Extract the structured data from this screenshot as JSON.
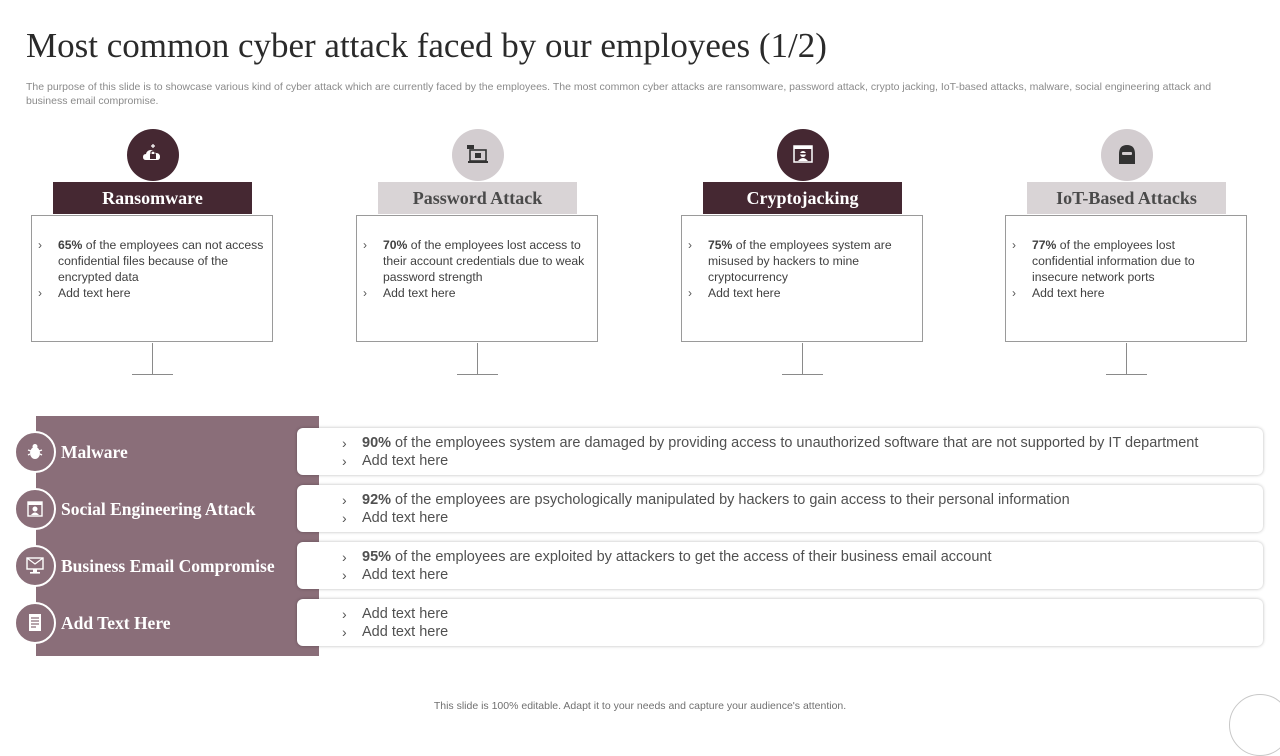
{
  "title": "Most common cyber attack faced by our employees (1/2)",
  "subtitle": "The purpose of this slide is to showcase various kind of cyber attack which are currently faced by the employees. The most common cyber attacks are ransomware, password attack, crypto jacking, IoT-based attacks, malware, social engineering attack and business email compromise.",
  "top_cards": [
    {
      "name": "Ransomware",
      "icon": "ransomware-icon",
      "stat": "65%",
      "text": " of the employees can not access confidential files because of the encrypted data",
      "extra": "Add text here"
    },
    {
      "name": "Password Attack",
      "icon": "password-icon",
      "stat": "70%",
      "text": " of the employees lost access to their account credentials due to weak password strength",
      "extra": "Add text here"
    },
    {
      "name": "Cryptojacking",
      "icon": "hacker-icon",
      "stat": "75%",
      "text": " of the employees system are misused by hackers to mine cryptocurrency",
      "extra": "Add text here"
    },
    {
      "name": "IoT-Based Attacks",
      "icon": "hooded-hacker-icon",
      "stat": "77%",
      "text": " of the employees lost confidential information due to insecure network ports",
      "extra": "Add text here"
    }
  ],
  "rows": [
    {
      "label": "Malware",
      "icon": "bug-icon",
      "stat": "90%",
      "text": " of the employees system are damaged by providing access to unauthorized software that are not supported by IT department",
      "extra": "Add text here"
    },
    {
      "label": "Social Engineering Attack",
      "icon": "spy-icon",
      "stat": "92%",
      "text": " of the employees are psychologically manipulated by hackers to gain access to their personal information",
      "extra": "Add text here"
    },
    {
      "label": "Business Email Compromise",
      "icon": "email-monitor-icon",
      "stat": "95%",
      "text": " of the employees are exploited by attackers to get the access of their business email account",
      "extra": "Add text here"
    },
    {
      "label": "Add Text Here",
      "icon": "document-icon",
      "stat": "",
      "text": "Add text here",
      "extra": "Add text here"
    }
  ],
  "bullet_char": "›",
  "footer": "This slide is 100% editable. Adapt it to your needs and capture your audience's attention.",
  "colors": {
    "dark": "#452832",
    "light": "#d9d4d6",
    "panel": "#8a6e79"
  }
}
